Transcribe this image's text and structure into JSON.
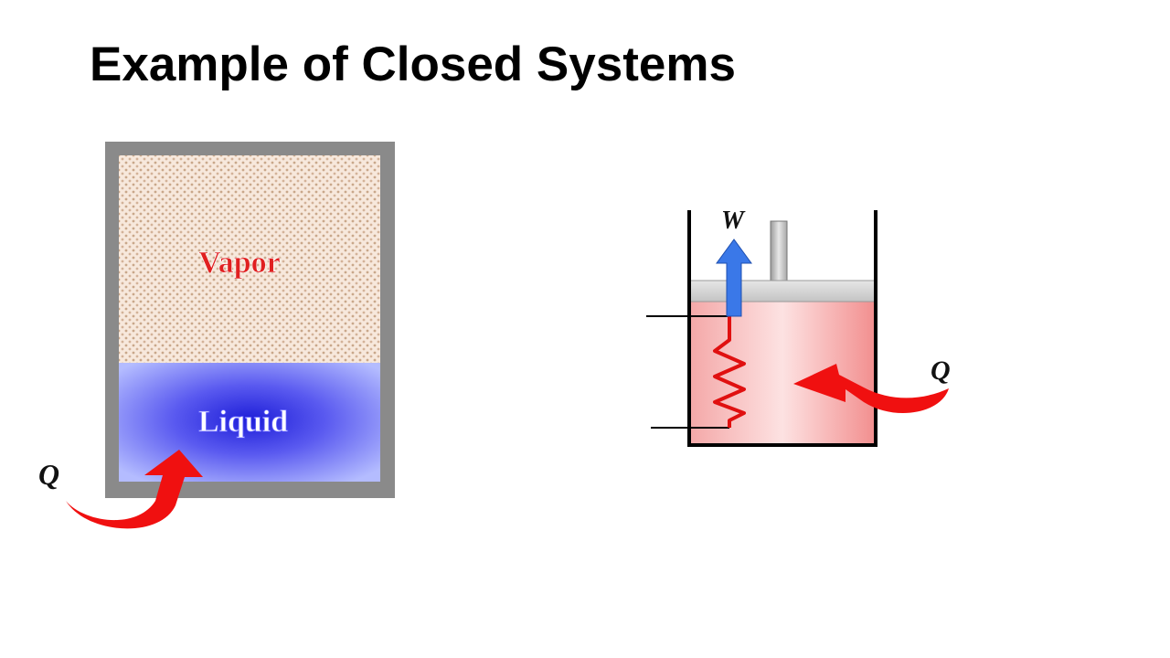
{
  "slide": {
    "title": "Example of Closed Systems"
  },
  "tank_diagram": {
    "vapor_label": "Vapor",
    "liquid_label": "Liquid",
    "heat_label": "Q"
  },
  "piston_diagram": {
    "work_label": "W",
    "heat_label": "Q"
  },
  "colors": {
    "vapor_text": "#e02020",
    "liquid_fill": "#aab2ff",
    "liquid_core": "#2a2ae0",
    "tank_wall": "#8a8a8a",
    "heat_arrow": "#f01010",
    "work_arrow": "#3a78e8",
    "piston_fill": "#f6b5b5",
    "piston_head": "#d8d8d8",
    "resistor": "#e01010"
  }
}
